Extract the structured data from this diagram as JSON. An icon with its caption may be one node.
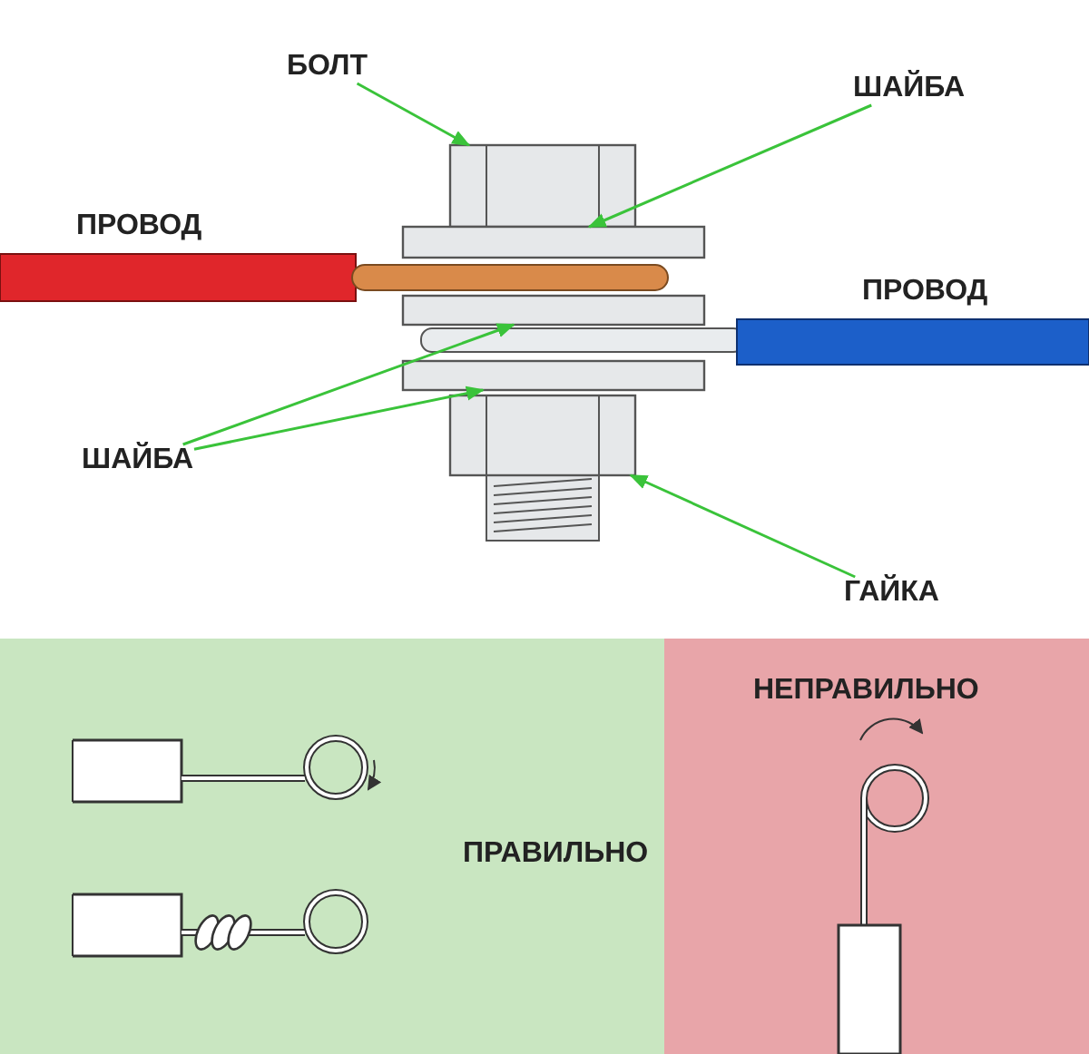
{
  "diagram": {
    "nodes": [
      {
        "text": [
          "БОЛТ"
        ]
      },
      {
        "text": [],
        "shape": "box"
      },
      {
        "text": [
          "ШАЙБА"
        ]
      },
      {
        "text": [],
        "shape": "box"
      },
      {
        "text": [
          "ШАЙБА"
        ]
      },
      {
        "text": [],
        "shape": "box"
      },
      {
        "text": [],
        "shape": "box"
      },
      {
        "text": [
          "ГАЙКА"
        ]
      },
      {
        "text": [],
        "shape": "box"
      }
    ],
    "edges": [
      {
        "from": 0,
        "to": 1,
        "arrow": "to"
      },
      {
        "from": 2,
        "to": 3,
        "arrow": "to"
      },
      {
        "from": 4,
        "to": 5,
        "arrow": "to"
      },
      {
        "from": 4,
        "to": 6,
        "arrow": "to"
      },
      {
        "from": 7,
        "to": 8,
        "arrow": "to"
      }
    ],
    "labels": [
      "ПРОВОД",
      "ПРОВОД",
      "НЕПРАВИЛЬНО",
      "ПРАВИЛЬНО"
    ]
  }
}
